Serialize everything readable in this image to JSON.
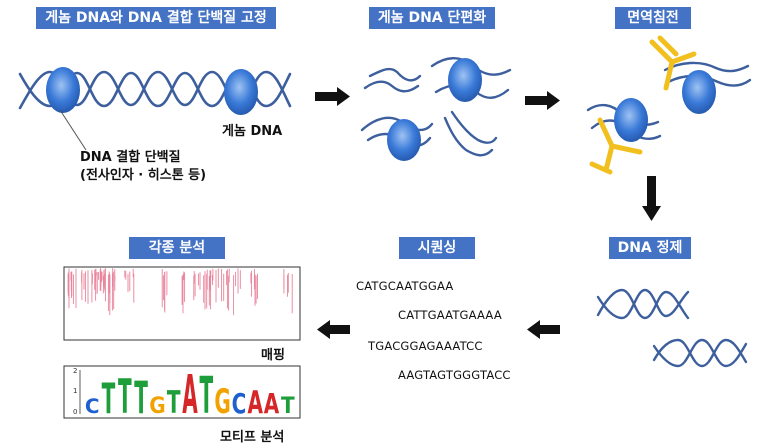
{
  "steps": {
    "fix": "게놈 DNA와 DNA 결합 단백질 고정",
    "fragment": "게놈 DNA 단편화",
    "ip": "면역침전",
    "purify": "DNA 정제",
    "sequencing": "시퀀싱",
    "analysis": "각종 분석"
  },
  "labels": {
    "genome_dna": "게놈 DNA",
    "binding_protein_line1": "DNA 결합 단백질",
    "binding_protein_line2": "(전사인자 · 히스톤 등)",
    "mapping": "매핑",
    "motif_analysis": "모티프 분석"
  },
  "sequences": [
    "CATGCAATGGAA",
    "CATTGAATGAAAA",
    "TGACGGAGAAATCC",
    "AAGTAGTGGGTACC"
  ],
  "motif": {
    "letters": [
      "C",
      "T",
      "T",
      "T",
      "G",
      "T",
      "A",
      "T",
      "G",
      "C",
      "A",
      "A",
      "T"
    ],
    "axis_ticks": [
      "2",
      "1",
      "0"
    ]
  },
  "colors": {
    "title_bg": "#4472c4",
    "dna": "#3d5f9e",
    "protein": "#2e6fd0",
    "antibody": "#f2c01e",
    "mapping_peak": "#e8849c"
  }
}
